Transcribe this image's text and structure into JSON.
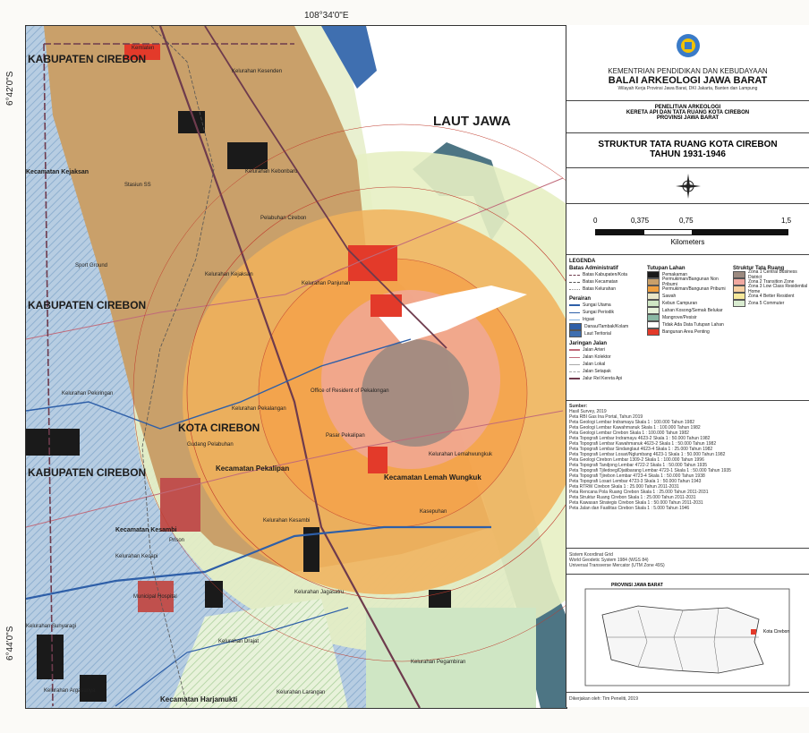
{
  "coords": {
    "top_lon": "108°34'0\"E",
    "left_lat_top": "6°42'0\"S",
    "left_lat_bottom": "6°44'0\"S"
  },
  "map_labels": {
    "kab_north": "KABUPATEN CIREBON",
    "kab_mid": "KABUPATEN CIREBON",
    "kab_south": "KABUPATEN CIREBON",
    "kota": "KOTA CIREBON",
    "sea": "LAUT JAWA",
    "kec_pekalipan": "Kecamatan Pekalipan",
    "kec_lemahwungkuk": "Kecamatan Lemah Wungkuk",
    "kec_harjamukti": "Kecamatan Harjamukti",
    "kec_kesambi": "Kecamatan Kesambi",
    "kec_kejaksan": "Kecamatan Kejaksan"
  },
  "places": [
    "Kemlaten",
    "Kelurahan Kesenden",
    "Stasiun SS",
    "Kelurahan Kebonbaru",
    "Pelabuhan Cirebon",
    "Sport Ground",
    "Kelurahan Kejaksan",
    "Kelurahan Panjunan",
    "Office of Resident of Pekalongan",
    "Kelurahan Pekalangan",
    "Gudang Pelabuhan",
    "Pasar Pekalipan",
    "Kelurahan Lemahwungkuk",
    "Kasepuhan",
    "Kelurahan Kesambi",
    "Kelurahan Jagasatru",
    "Prison",
    "Municipal Hospital",
    "Kelurahan Sunyaragi",
    "Kelurahan Drajat",
    "Kelurahan Pegambiran",
    "Kelurahan Larangan",
    "Kelurahan Pekiringan",
    "Kelurahan Kecapi",
    "Kelurahan Argasunya"
  ],
  "header": {
    "ministry": "KEMENTRIAN PENDIDIKAN DAN KEBUDAYAAN",
    "institution": "BALAI ARKEOLOGI JAWA BARAT",
    "region": "Wilayah Kerja Provinsi Jawa Barat, DKI Jakarta, Banten dan Lampung"
  },
  "research": {
    "line1": "PENELITIAN ARKEOLOGI",
    "line2": "KERETA API DAN TATA RUANG KOTA CIREBON",
    "line3": "PROVINSI JAWA BARAT"
  },
  "map_title": {
    "line1": "STRUKTUR TATA RUANG KOTA CIREBON",
    "line2": "TAHUN 1931-1946"
  },
  "scale": {
    "ticks": [
      "0",
      "0,375",
      "0,75",
      "1,5"
    ],
    "ticks_km": [
      0,
      0.375,
      0.75,
      1.5
    ],
    "unit": "Kilometers"
  },
  "legend": {
    "title": "LEGENDA",
    "admin": {
      "title": "Batas Administratif",
      "items": [
        "Batas Kabupaten/Kota",
        "Batas Kecamatan",
        "Batas Kelurahan"
      ]
    },
    "water": {
      "title": "Perairan",
      "items": [
        "Sungai Utama",
        "Sungai Periodik",
        "Irigasi",
        "Danau/Tambak/Kolam",
        "Laut Teritorial"
      ]
    },
    "roads": {
      "title": "Jaringan Jalan",
      "items": [
        "Jalan Arteri",
        "Jalan Kolektor",
        "Jalan Lokal",
        "Jalan Setapak",
        "Jalur Rel Kereta Api"
      ]
    },
    "landcover": {
      "title": "Tutupan Lahan",
      "items": [
        {
          "label": "Pemakaman",
          "color": "#1a1a1a"
        },
        {
          "label": "Permukiman/Bangunan Non Pribumi",
          "color": "#c9a06a"
        },
        {
          "label": "Permukiman/Bangunan Pribumi",
          "color": "#f0a040"
        },
        {
          "label": "Sawah",
          "color": "#e9e7c9"
        },
        {
          "label": "Kebun Campuran",
          "color": "#cfe6c4"
        },
        {
          "label": "Lahan Kosong/Semak Belukar",
          "color": "#e6f2da"
        },
        {
          "label": "Mangrove/Pesisir",
          "color": "#8ab8a4"
        },
        {
          "label": "Tidak Ada Data Tutupan Lahan",
          "color": "#ffffff"
        },
        {
          "label": "Bangunan Area Penting",
          "color": "#e33a2a"
        }
      ]
    },
    "structure": {
      "title": "Struktur Tata Ruang",
      "items": [
        {
          "label": "Zona 1 Central Business District",
          "color": "#9c8a80"
        },
        {
          "label": "Zona 2 Transition Zone",
          "color": "#f0a8a0"
        },
        {
          "label": "Zona 3 Low Class Residential Home",
          "color": "#f7cfa0"
        },
        {
          "label": "Zona 4 Better Resident",
          "color": "#f6e89a"
        },
        {
          "label": "Zona 5 Commuter",
          "color": "#d9ecd0"
        }
      ]
    }
  },
  "sources": {
    "title": "Sumber:",
    "lines": [
      "Hasil Survey, 2019",
      "Peta RBI Gas Ina Portal, Tahun 2019",
      "Peta Geologi Lembar Indramayu Skala 1 : 100.000 Tahun 1982",
      "Peta Geologi Lembar Kawahmanuk Skala 1 : 100.000 Tahun 1982",
      "Peta Geologi Lembar Cirebon Skala 1 : 100.000 Tahun 1982",
      "Peta Topografi Lembar Indramayu 4623-2 Skala 1 : 50.000 Tahun 1982",
      "Peta Topografi Lembar Kawahmanuk 4623-2 Skala 1 : 50.000 Tahun 1982",
      "Peta Topografi Lembar Sindanglaut 4623-4 Skala 1 : 25.000 Tahun 1982",
      "Peta Topografi Lembar Losari/Nglumbang 4623-1 Skala 1 : 50.000 Tahun 1982",
      "Peta Geologi Cirebon Lembar 1309-2 Skala 1 : 100.000 Tahun 1996",
      "Peta Topografi Tandjong Lembar 4722-2 Skala 1 : 50.000 Tahun 1935",
      "Peta Topografi Tjiledoeg/Djatibarang Lembar 4723-1 Skala 1 : 50.000 Tahun 1935",
      "Peta Topografi Tjirebon Lembar 4723-4 Skala 1 : 50.000 Tahun 1938",
      "Peta Topografi Losari Lembar 4723-3 Skala 1 : 50.000 Tahun 1943",
      "Peta RTRW Cirebon Skala 1 : 25.000 Tahun 2011-2031",
      "Peta Rencana Pola Ruang Cirebon Skala 1 : 25.000 Tahun 2011-2031",
      "Peta Struktur Ruang Cirebon Skala 1 : 25.000 Tahun 2011-2031",
      "Peta Kawasan Strategis Cirebon Skala 1 : 50.000 Tahun 2011-2031",
      "Peta Jalan dan Fasilitas Cirebon Skala 1 : 5.000 Tahun 1946"
    ]
  },
  "projection": {
    "lines": [
      "Sistem Koordinat Grid",
      "World Geodetic System 1984 (WGS 84)",
      "Universal Transverse Mercator (UTM Zone 49S)"
    ]
  },
  "inset": {
    "title": "PROVINSI JAWA BARAT",
    "marker_label": "Kota Cirebon"
  },
  "credit": "Dikerjakan oleh: Tim Peneliti, 2019"
}
